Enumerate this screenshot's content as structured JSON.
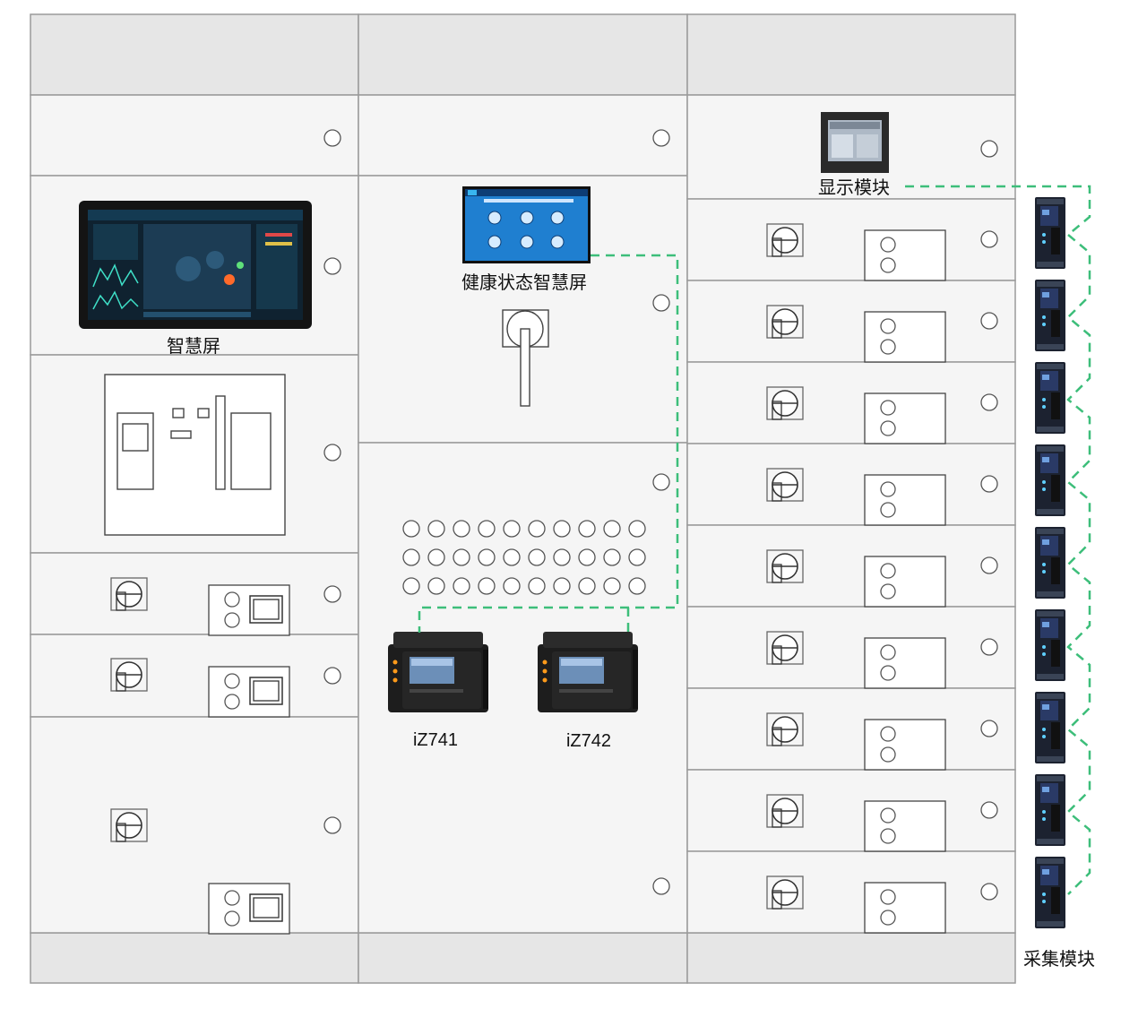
{
  "labels": {
    "smart_screen": "智慧屏",
    "health_screen": "健康状态智慧屏",
    "display_module": "显示模块",
    "device_a": "iZ741",
    "device_b": "iZ742",
    "collect_module": "采集模块"
  },
  "colors": {
    "cabinet_line": "#9a9a9a",
    "header_fill": "#e6e6e6",
    "panel_fill": "#f5f5f5",
    "dash_line": "#3dbe7a",
    "device_dark": "#1b1b1b",
    "screen_blue": "#1a4e9a",
    "screen_cyan": "#38b6f0"
  },
  "icons": {
    "switch": "rotary-switch-icon",
    "indicator": "indicator-lamp-icon",
    "meter": "meter-icon",
    "handle": "breaker-handle-icon"
  },
  "counts": {
    "right_drawers": 9,
    "collect_modules": 9,
    "terminal_rows": 3,
    "terminal_cols": 10
  }
}
